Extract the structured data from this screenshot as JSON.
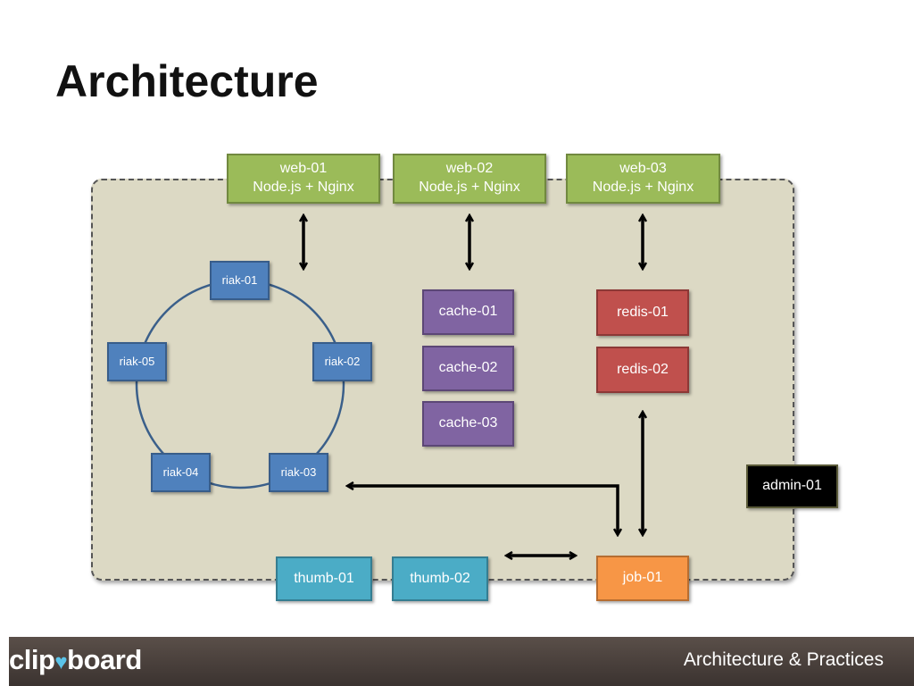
{
  "slide": {
    "title": "Architecture"
  },
  "diagram": {
    "web_servers": [
      {
        "name": "web-01",
        "stack": "Node.js + Nginx"
      },
      {
        "name": "web-02",
        "stack": "Node.js + Nginx"
      },
      {
        "name": "web-03",
        "stack": "Node.js + Nginx"
      }
    ],
    "riak_nodes": [
      "riak-01",
      "riak-02",
      "riak-03",
      "riak-04",
      "riak-05"
    ],
    "cache_nodes": [
      "cache-01",
      "cache-02",
      "cache-03"
    ],
    "redis_nodes": [
      "redis-01",
      "redis-02"
    ],
    "thumb_nodes": [
      "thumb-01",
      "thumb-02"
    ],
    "job_node": "job-01",
    "admin_node": "admin-01",
    "colors": {
      "web": "#9bbb59",
      "riak": "#4f81bd",
      "cache": "#8064a2",
      "redis": "#c0504d",
      "thumb": "#4bacc6",
      "job": "#f79646",
      "admin": "#000000",
      "zone": "#dcd9c4"
    }
  },
  "footer": {
    "logo_text_left": "clip",
    "logo_text_right": "board",
    "logo_icon": "heart-icon",
    "subtitle": "Architecture & Practices"
  }
}
